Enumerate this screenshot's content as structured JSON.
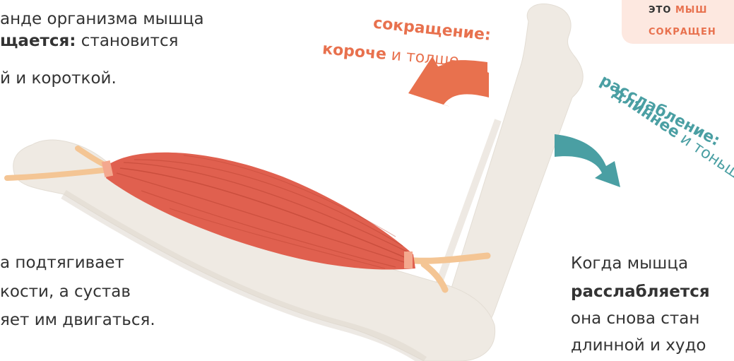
{
  "colors": {
    "bone": "#efeae3",
    "bone_shade": "#ded7cd",
    "muscle": "#e0604f",
    "muscle_dark": "#b8402f",
    "tendon": "#f4c594",
    "contraction_arrow": "#e8714e",
    "relaxation_arrow": "#4a9fa3",
    "note_bg": "#fde8e0",
    "text": "#333333"
  },
  "intro": {
    "line1": "анде организма мышца",
    "line2_bold": "щается:",
    "line2_rest": " становится",
    "line3": "й и короткой."
  },
  "note": {
    "line1_plain": "ЭТО ",
    "line1_accent": "МЫШ",
    "line2": "СОКРАЩЕН"
  },
  "contraction": {
    "line1": "сокращение:",
    "line2_bold": "короче",
    "line2_rest": " и толще"
  },
  "relaxation": {
    "line1": "расслабление:",
    "line2_bold": "длиннее",
    "line2_rest": " и тоньше"
  },
  "pull": {
    "line1": "а подтягивает",
    "line2": "кости, а сустав",
    "line3": "яет им двигаться."
  },
  "relax_text": {
    "line1": "Когда мышца",
    "line2_bold": "расслабляется",
    "line3": "она снова стан",
    "line4": "длинной и худо"
  }
}
